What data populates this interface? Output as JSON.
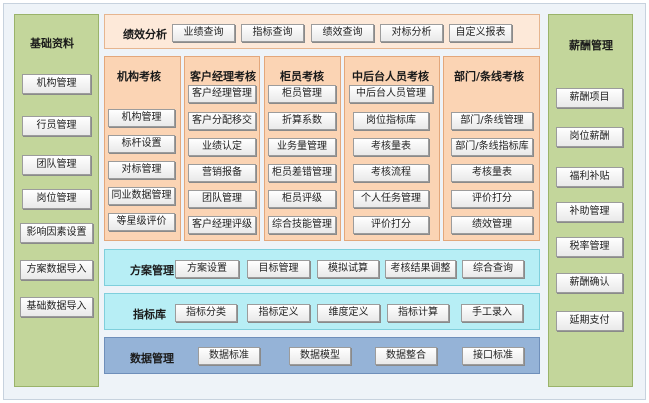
{
  "left": {
    "title": "基础资料",
    "items": [
      "机构管理",
      "行员管理",
      "团队管理",
      "岗位管理",
      "影响因素设置",
      "方案数据导入",
      "基础数据导入"
    ]
  },
  "right": {
    "title": "薪酬管理",
    "items": [
      "薪酬项目",
      "岗位薪酬",
      "福利补贴",
      "补助管理",
      "税率管理",
      "薪酬确认",
      "延期支付"
    ]
  },
  "perf": {
    "title": "绩效分析",
    "items": [
      "业绩查询",
      "指标查询",
      "绩效查询",
      "对标分析",
      "自定义报表"
    ]
  },
  "columns": [
    {
      "title": "机构考核",
      "items": [
        "机构管理",
        "标杆设置",
        "对标管理",
        "同业数据管理",
        "等星级评价"
      ]
    },
    {
      "title": "客户经理考核",
      "items": [
        "客户经理管理",
        "客户分配移交",
        "业绩认定",
        "营销报备",
        "团队管理",
        "客户经理评级"
      ]
    },
    {
      "title": "柜员考核",
      "items": [
        "柜员管理",
        "折算系数",
        "业务量管理",
        "柜员差错管理",
        "柜员评级",
        "综合技能管理"
      ]
    },
    {
      "title": "中后台人员考核",
      "items": [
        "中后台人员管理",
        "岗位指标库",
        "考核量表",
        "考核流程",
        "个人任务管理",
        "评价打分"
      ]
    },
    {
      "title": "部门/条线考核",
      "items": [
        "部门/条线管理",
        "部门/条线指标库",
        "考核量表",
        "评价打分",
        "绩效管理"
      ]
    }
  ],
  "plan": {
    "title": "方案管理",
    "items": [
      "方案设置",
      "目标管理",
      "模拟试算",
      "考核结果调整",
      "综合查询"
    ]
  },
  "indicator": {
    "title": "指标库",
    "items": [
      "指标分类",
      "指标定义",
      "维度定义",
      "指标计算",
      "手工录入"
    ]
  },
  "datamgmt": {
    "title": "数据管理",
    "items": [
      "数据标准",
      "数据模型",
      "数据整合",
      "接口标准"
    ]
  }
}
